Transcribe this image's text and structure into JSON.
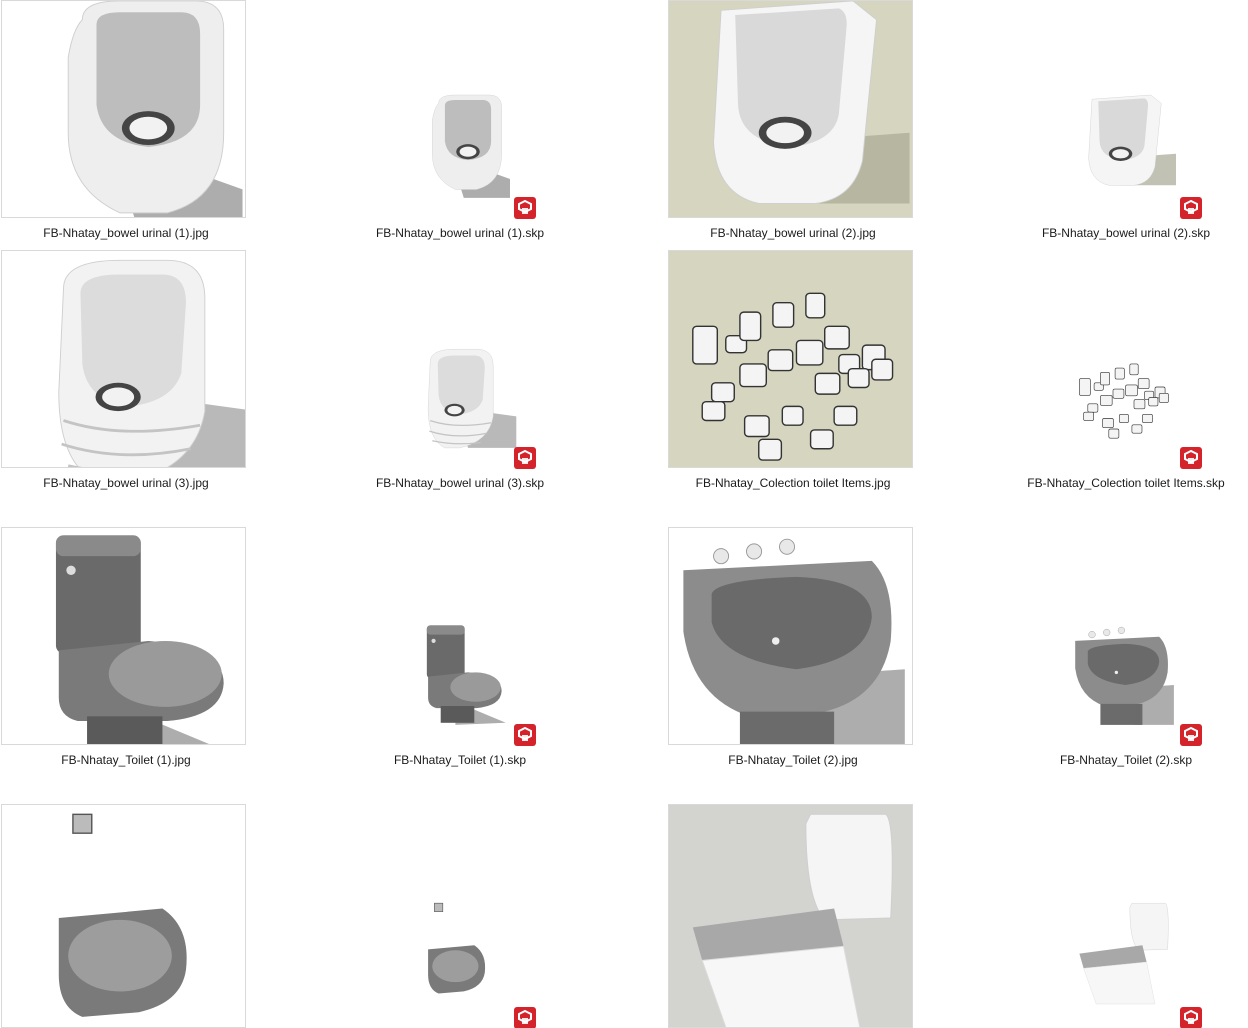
{
  "files": [
    {
      "name": "FB-Nhatay_bowel urinal (1).jpg",
      "type": "jpg",
      "kind": "urinal-small"
    },
    {
      "name": "FB-Nhatay_bowel urinal (1).skp",
      "type": "skp",
      "kind": "urinal-small"
    },
    {
      "name": "FB-Nhatay_bowel urinal (2).jpg",
      "type": "jpg",
      "kind": "urinal-tall"
    },
    {
      "name": "FB-Nhatay_bowel urinal (2).skp",
      "type": "skp",
      "kind": "urinal-tall"
    },
    {
      "name": "FB-Nhatay_bowel urinal (3).jpg",
      "type": "jpg",
      "kind": "urinal-ribbed"
    },
    {
      "name": "FB-Nhatay_bowel urinal (3).skp",
      "type": "skp",
      "kind": "urinal-ribbed"
    },
    {
      "name": "FB-Nhatay_Colection toilet Items.jpg",
      "type": "jpg",
      "kind": "collection"
    },
    {
      "name": "FB-Nhatay_Colection toilet Items.skp",
      "type": "skp",
      "kind": "collection"
    },
    {
      "name": "FB-Nhatay_Toilet (1).jpg",
      "type": "jpg",
      "kind": "toilet"
    },
    {
      "name": "FB-Nhatay_Toilet (1).skp",
      "type": "skp",
      "kind": "toilet"
    },
    {
      "name": "FB-Nhatay_Toilet (2).jpg",
      "type": "jpg",
      "kind": "bidet"
    },
    {
      "name": "FB-Nhatay_Toilet (2).skp",
      "type": "skp",
      "kind": "bidet"
    },
    {
      "name": "",
      "type": "jpg",
      "kind": "wall-toilet"
    },
    {
      "name": "",
      "type": "skp",
      "kind": "wall-toilet"
    },
    {
      "name": "",
      "type": "jpg",
      "kind": "white-toilet"
    },
    {
      "name": "",
      "type": "skp",
      "kind": "white-toilet"
    }
  ],
  "colors": {
    "sketchup_red": "#d4232b",
    "beige_bg": "#d6d5bf",
    "gray_bg": "#d3d3d0",
    "shadow": "#8a8a8a"
  }
}
